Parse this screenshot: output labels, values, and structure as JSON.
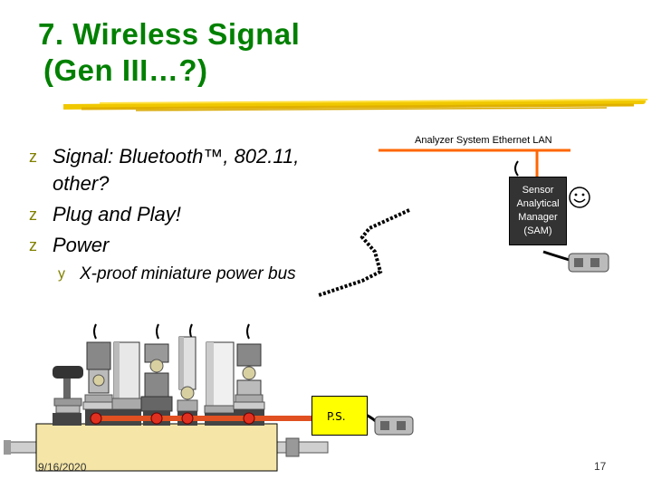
{
  "slide": {
    "title_line1": "7. Wireless Signal",
    "title_line2": "(Gen III…?)",
    "bullets": [
      {
        "text": "Signal: Bluetooth™, 802.11, other?"
      },
      {
        "text": "Plug and Play!"
      },
      {
        "text": "Power"
      }
    ],
    "sub_bullet": "X-proof miniature power bus",
    "bullet_marker": "z",
    "sub_bullet_marker": "y",
    "footer_date": "9/16/2020",
    "page_number": "17"
  },
  "diagram": {
    "lan_label": "Analyzer System  Ethernet LAN",
    "sam_label": "Sensor\nAnalytical\nManager\n(SAM)",
    "ps_label": "P.S.",
    "icons": [
      "smiley-icon",
      "plug-icon",
      "wireless-signal-icon"
    ]
  },
  "colors": {
    "title": "#008000",
    "bullet_marker": "#808000",
    "lan_line": "#ff6600",
    "power_bus": "#e05020",
    "manifold": "#f5e6a8",
    "ps_box": "#ffff00",
    "sam_box": "#333333"
  }
}
